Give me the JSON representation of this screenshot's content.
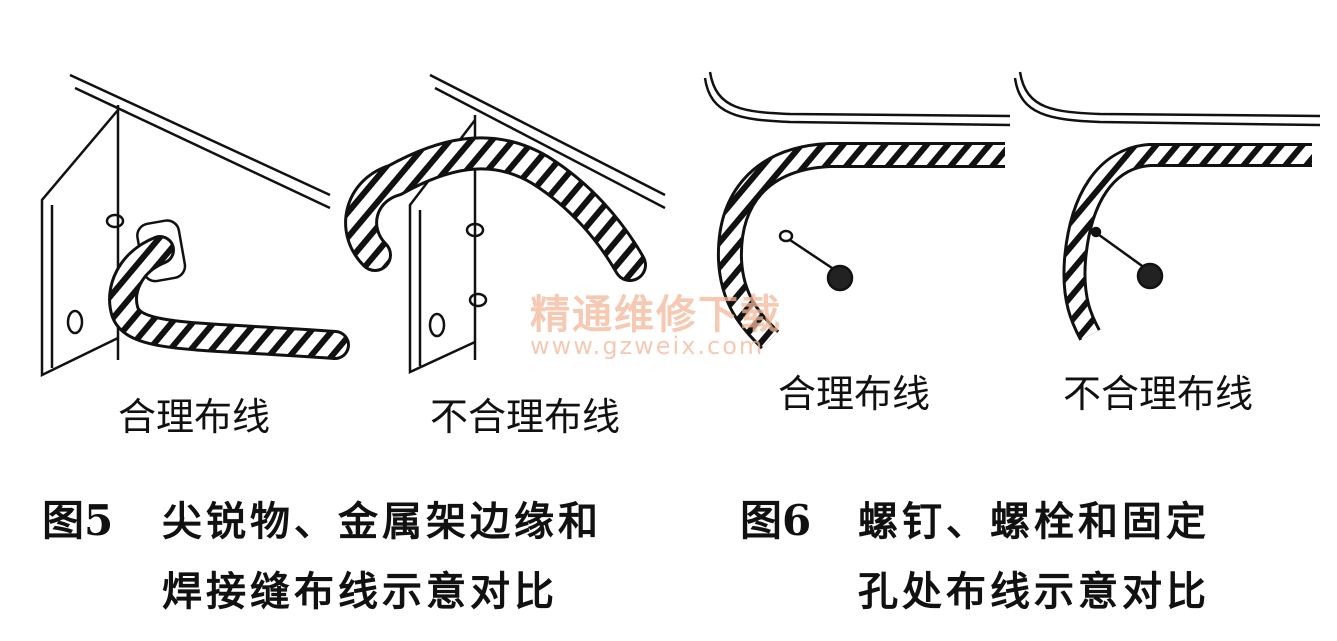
{
  "fig5": {
    "left_label": "合理布线",
    "right_label": "不合理布线",
    "number": "图5",
    "caption_line1": "尖锐物、金属架边缘和",
    "caption_line2": "焊接缝布线示意对比"
  },
  "fig6": {
    "left_label": "合理布线",
    "right_label": "不合理布线",
    "number": "图6",
    "caption_line1": "螺钉、螺栓和固定",
    "caption_line2": "孔处布线示意对比"
  },
  "watermark": {
    "text": "精通维修下载",
    "url": "www.gzweix.com"
  },
  "colors": {
    "ink": "#111111",
    "watermark": "#f4b79a",
    "background": "#ffffff"
  }
}
